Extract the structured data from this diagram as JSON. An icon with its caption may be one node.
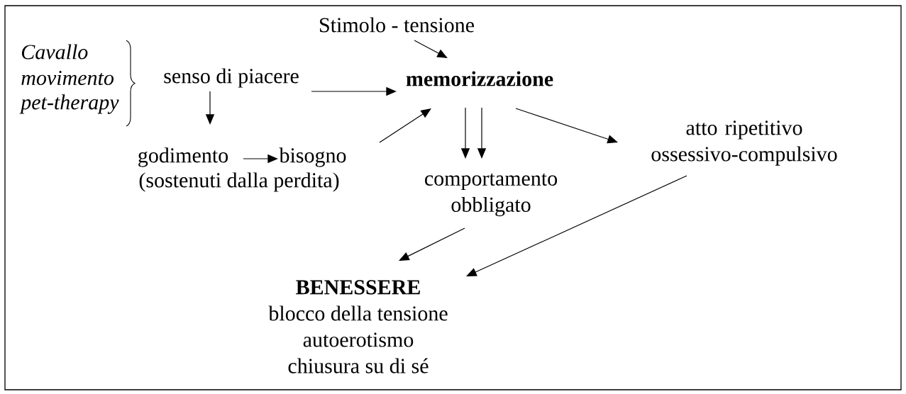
{
  "diagram": {
    "nodes": [
      {
        "text": [
          "Stimolo - tensione"
        ]
      },
      {
        "text": [
          "senso di piacere"
        ]
      },
      {
        "text": [
          "memorizzazione"
        ]
      },
      {
        "text": [
          "godimento"
        ]
      },
      {
        "text": [
          "bisogno"
        ]
      },
      {
        "text": [
          "atto ripetitivo ossessivo-compulsivo"
        ]
      },
      {
        "text": [
          "comportamento obbligato"
        ]
      },
      {
        "text": [
          "BENESSERE",
          "blocco della tensione",
          "autoerotismo",
          "chiusura su di sé"
        ]
      }
    ],
    "edges": [
      {
        "from": 0,
        "to": 2,
        "arrow": "to"
      },
      {
        "from": 1,
        "to": 2,
        "arrow": "to"
      },
      {
        "from": 1,
        "to": 3,
        "arrow": "to"
      },
      {
        "from": 3,
        "to": 4,
        "arrow": "to"
      },
      {
        "from": 4,
        "to": 2,
        "arrow": "to"
      },
      {
        "from": 2,
        "to": 6,
        "arrow": "to"
      },
      {
        "from": 2,
        "to": 6,
        "arrow": "to"
      },
      {
        "from": 2,
        "to": 5,
        "arrow": "to"
      },
      {
        "from": 6,
        "to": 7,
        "arrow": "to"
      },
      {
        "from": 5,
        "to": 7,
        "arrow": "to"
      }
    ],
    "labels": [
      "Cavallo",
      "movimento",
      "pet-therapy",
      "(sostenuti dalla perdita)"
    ]
  }
}
